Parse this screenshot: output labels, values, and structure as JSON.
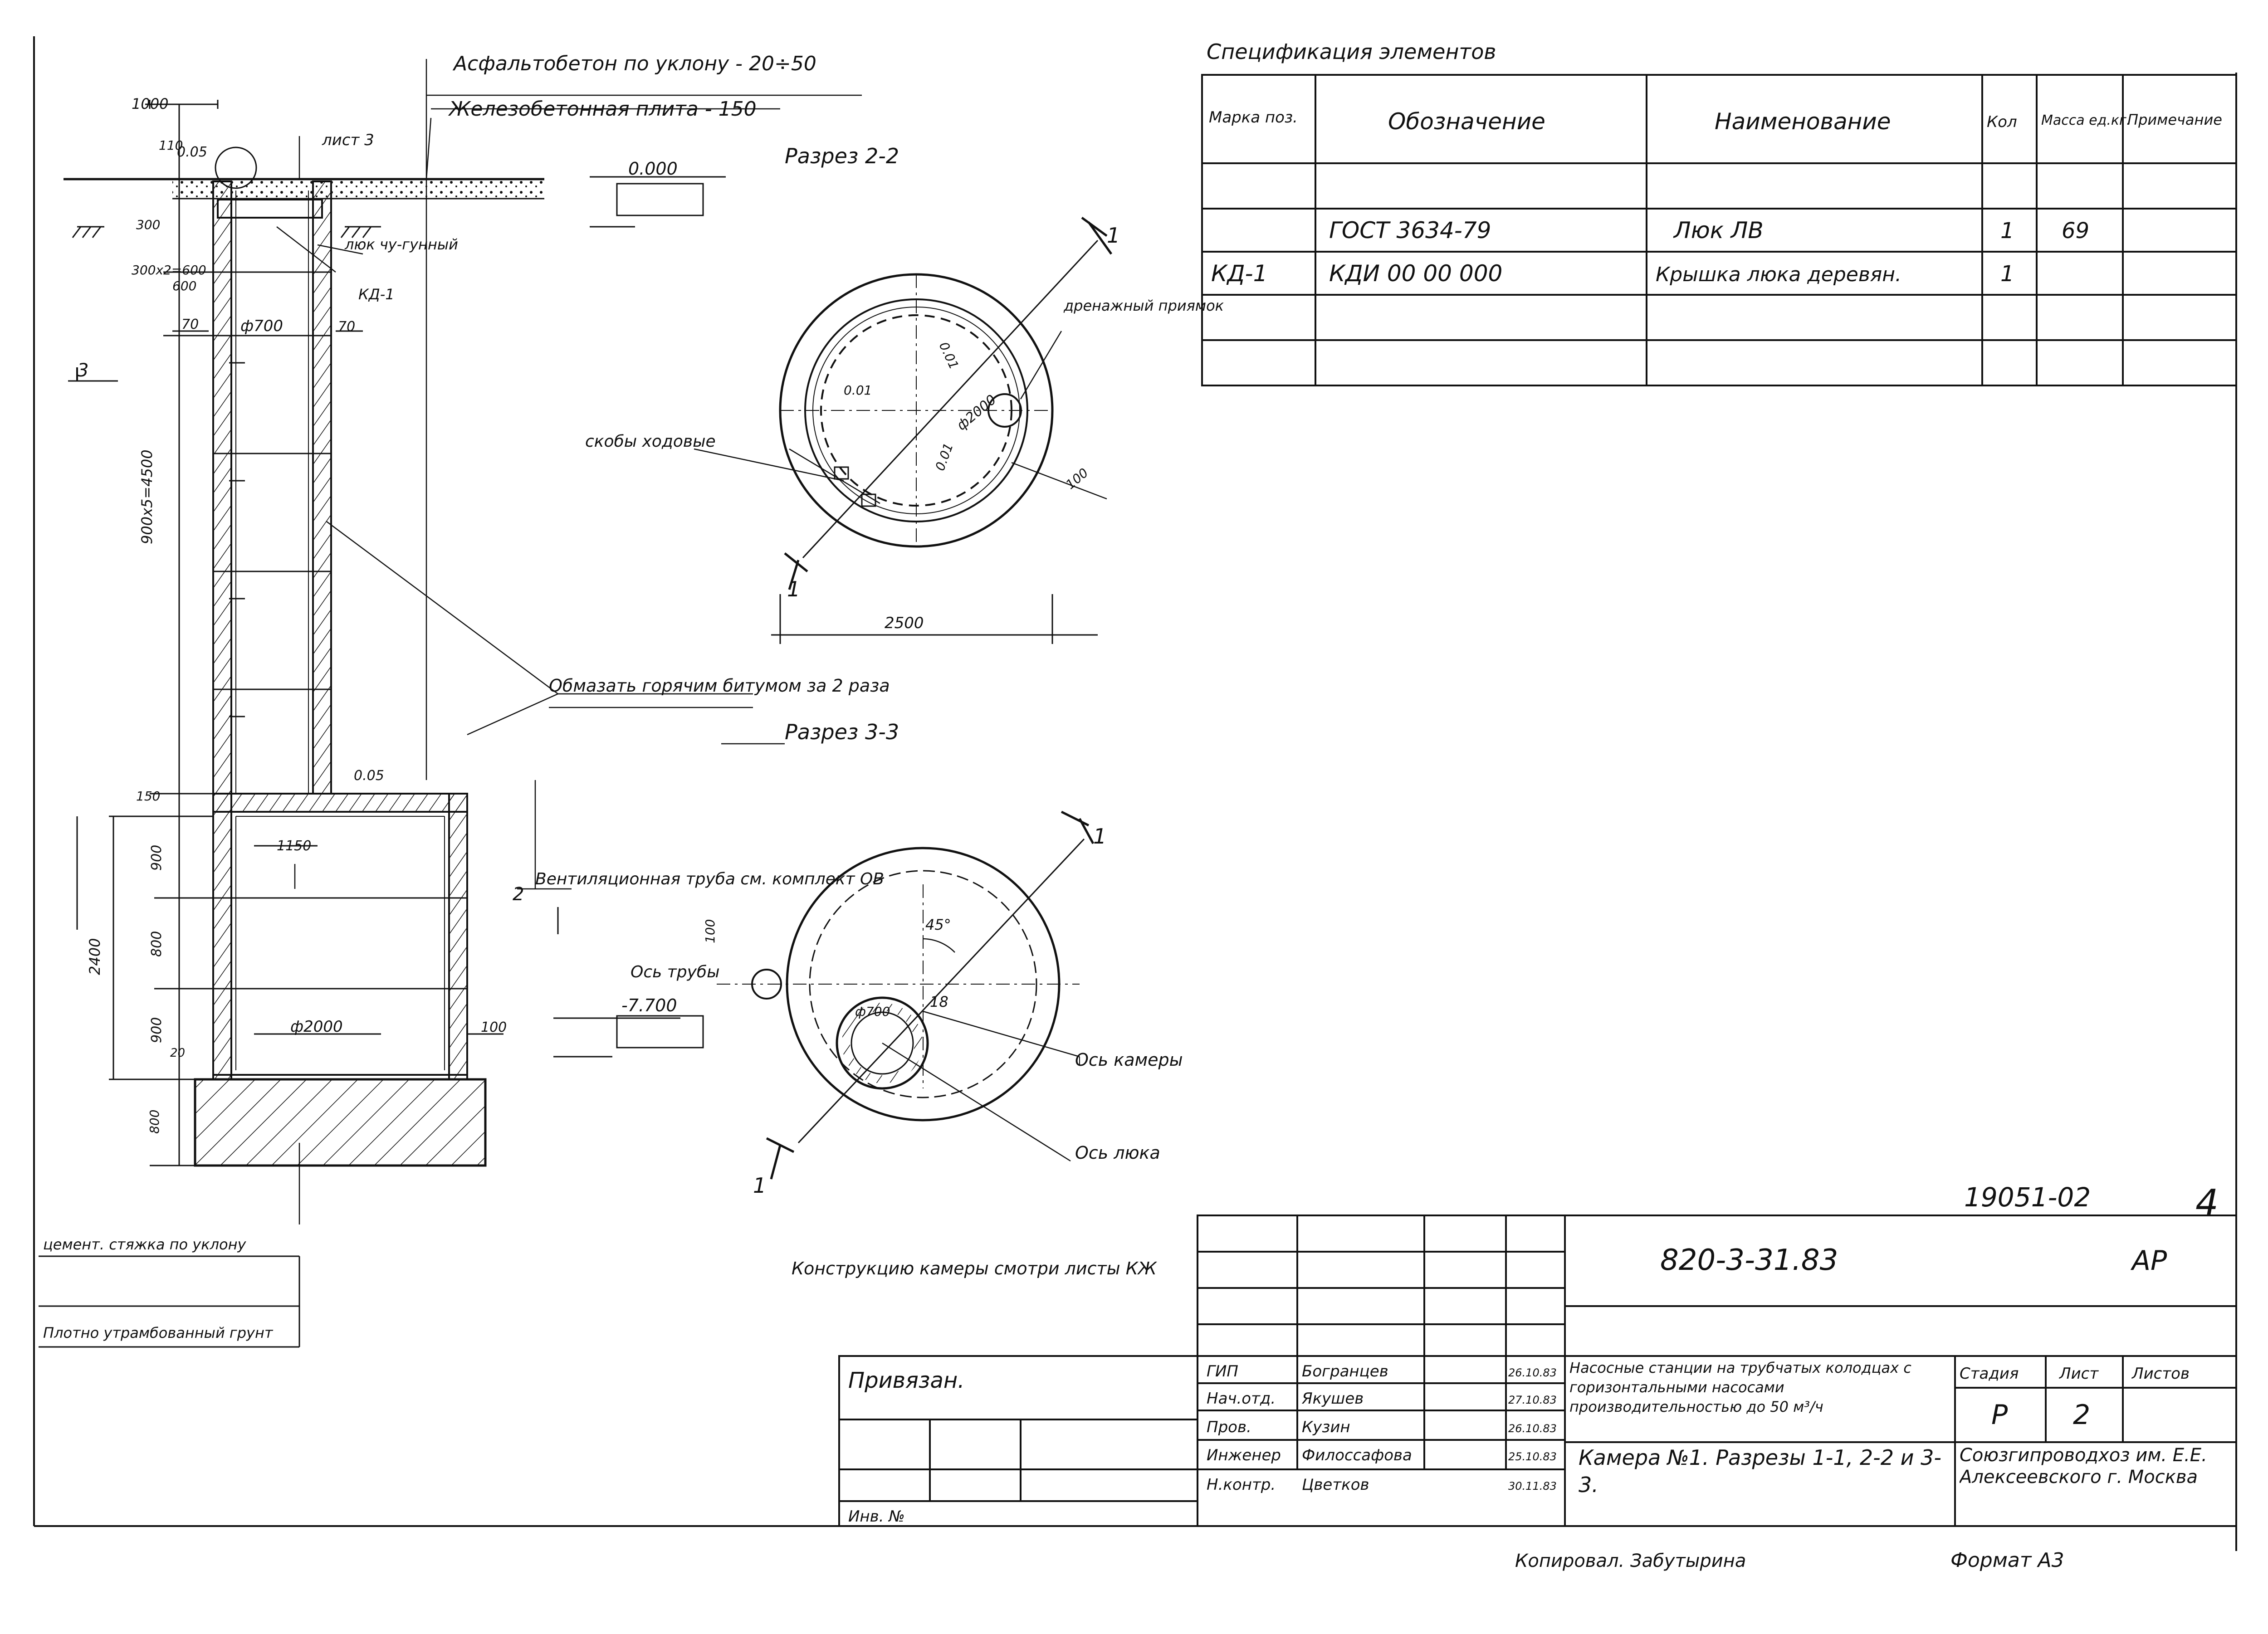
{
  "notes": {
    "top_1": "Асфальтобетон по уклону - 20÷50",
    "top_2": "Железобетонная плита - 150",
    "list3": "лист 3",
    "hatch": "люк чу-гунный",
    "kd1": "КД-1",
    "ladders": "скобы ходовые",
    "coat": "Обмазать горячим битумом за 2 раза",
    "vent": "Вентиляционная труба см. комплект ОВ",
    "pipe_axis": "Ось трубы",
    "drain": "дренажный приямок",
    "chamber_axis": "Ось камеры",
    "hatch_axis": "Ось люка",
    "construct": "Конструкцию камеры смотри листы КЖ",
    "legend_1": "цемент. стяжка по уклону",
    "legend_2": "Плотно утрамбованный грунт",
    "privyazan": "Привязан.",
    "inv": "Инв. №",
    "copied": "Копировал. Забутырина",
    "format": "Формат А3"
  },
  "sections": {
    "s22": "Разрез 2-2",
    "s33": "Разрез 3-3",
    "cut_1": "1"
  },
  "levels": {
    "l0": "0.000",
    "l1": "-7.700"
  },
  "dims": {
    "d1000": "1000",
    "d005": "0.05",
    "d110": "110",
    "d300": "300",
    "d70": "70",
    "d300x2": "300x2=600",
    "d600": "600",
    "phi700": "ф700",
    "d70b": "70",
    "d3": "3",
    "d900x5": "900x5=4500",
    "d150": "150",
    "d900a": "900",
    "d800": "800",
    "d900b": "900",
    "d2400": "2400",
    "d20": "20",
    "d800b": "800",
    "d1150": "1150",
    "phi2000": "ф2000",
    "d100": "100",
    "d2": "2",
    "d005b": "0.05",
    "d2500": "2500",
    "d001a": "0.01",
    "d001b": "0.01",
    "d001c": "0.01",
    "d2000c": "ф2000",
    "d100c": "100",
    "deg45": "45°",
    "d18": "18",
    "phi700b": "ф700",
    "d100b": "100"
  },
  "spec": {
    "title": "Спецификация элементов",
    "headers": [
      "Марка поз.",
      "Обозначение",
      "Наименование",
      "Кол",
      "Масса ед.кг.",
      "Примечание"
    ],
    "rows": [
      [
        "",
        "",
        "",
        "",
        "",
        ""
      ],
      [
        "",
        "ГОСТ 3634-79",
        "Люк ЛВ",
        "1",
        "69",
        ""
      ],
      [
        "КД-1",
        "КДИ 00 00 000",
        "Крышка люка деревян.",
        "1",
        "",
        ""
      ],
      [
        "",
        "",
        "",
        "",
        "",
        ""
      ],
      [
        "",
        "",
        "",
        "",
        "",
        ""
      ]
    ]
  },
  "title_block": {
    "id": "19051-02",
    "sheet_no": "4",
    "code": "820-3-31.83",
    "mark": "АР",
    "roles": [
      "ГИП",
      "Нач.отд.",
      "Пров.",
      "Инженер",
      "Н.контр."
    ],
    "names": [
      "Богранцев",
      "Якушев",
      "Кузин",
      "Филоссафова",
      "Цветков"
    ],
    "dates": [
      "26.10.83",
      "27.10.83",
      "26.10.83",
      "25.10.83",
      "30.11.83"
    ],
    "description": "Насосные станции на трубчатых колодцах с горизонтальными насосами производительностью до 50 м³/ч",
    "sheet_title": "Камера №1. Разрезы 1-1, 2-2 и 3-3.",
    "col_stage": "Стадия",
    "col_sheet": "Лист",
    "col_sheets": "Листов",
    "stage": "Р",
    "sheet": "2",
    "org": "Союзгипроводхоз им. Е.Е. Алексеевского г. Москва"
  }
}
